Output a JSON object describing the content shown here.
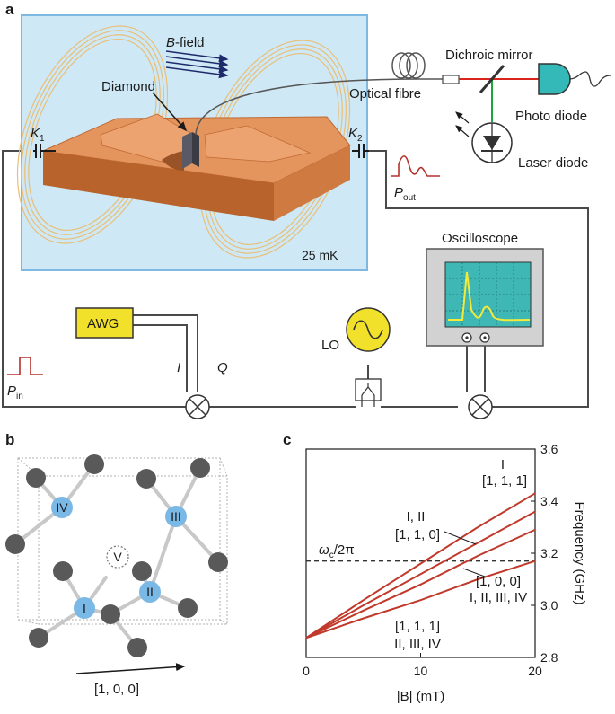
{
  "panel_a": {
    "letter": "a",
    "b_field_label": "B",
    "b_field_suffix": "-field",
    "diamond_label": "Diamond",
    "temperature_label": "25 mK",
    "k1_label": "K",
    "k1_sub": "1",
    "k2_label": "K",
    "k2_sub": "2",
    "optical_fibre_label": "Optical fibre",
    "dichroic_label": "Dichroic mirror",
    "photo_diode_label": "Photo diode",
    "laser_diode_label": "Laser diode",
    "pout_label": "P",
    "pout_sub": "out",
    "pin_label": "P",
    "pin_sub": "in",
    "oscilloscope_label": "Oscilloscope",
    "awg_label": "AWG",
    "i_label": "I",
    "q_label": "Q",
    "lo_label": "LO",
    "colors": {
      "cryostat_fill": "#cfe8f5",
      "cryostat_border": "#7fb8e0",
      "chip": "#e3955d",
      "coil": "#e8bf78",
      "awg_fill": "#f2e12a",
      "photodiode_fill": "#35b8b8",
      "laser_beam": "#1aa83c",
      "red_beam": "#d9251d",
      "pulse": "#b5322c",
      "scope_screen": "#3fb7b4",
      "scope_trace": "#f3ea3a"
    }
  },
  "panel_b": {
    "letter": "b",
    "site_labels": [
      "I",
      "II",
      "III",
      "IV"
    ],
    "vacancy_label": "V",
    "direction_label": "[1, 0, 0]",
    "colors": {
      "atom": "#595959",
      "nv_site": "#7ab8e6",
      "bond": "#c8c8c8"
    }
  },
  "panel_c": {
    "letter": "c",
    "annotations": {
      "top": [
        "I",
        "[1, 1, 1]"
      ],
      "second": [
        "I, II",
        "[1, 1, 0]"
      ],
      "third": [
        "[1, 0, 0]",
        "I, II, III, IV"
      ],
      "bottom": [
        "[1, 1, 1]",
        "II, III, IV"
      ],
      "omega": "ω",
      "omega_sub": "c",
      "omega_suffix": "/2π"
    }
  },
  "chart_data": {
    "type": "line",
    "xlabel": "|B| (mT)",
    "ylabel": "Frequency (GHz)",
    "xlim": [
      0,
      20
    ],
    "ylim": [
      2.8,
      3.6
    ],
    "x_ticks": [
      "0",
      "10",
      "20"
    ],
    "y_ticks": [
      "2.8",
      "3.0",
      "3.2",
      "3.4",
      "3.6"
    ],
    "line_color": "#c0392b",
    "x": [
      0,
      5,
      10,
      15,
      20
    ],
    "series": [
      {
        "values": [
          2.875,
          3.02,
          3.16,
          3.3,
          3.43
        ]
      },
      {
        "values": [
          2.875,
          3.0,
          3.12,
          3.24,
          3.36
        ]
      },
      {
        "values": [
          2.875,
          2.98,
          3.08,
          3.19,
          3.29
        ]
      },
      {
        "values": [
          2.875,
          2.95,
          3.02,
          3.1,
          3.17
        ]
      }
    ],
    "reference_line": {
      "y": 3.17,
      "style": "dashed"
    }
  }
}
